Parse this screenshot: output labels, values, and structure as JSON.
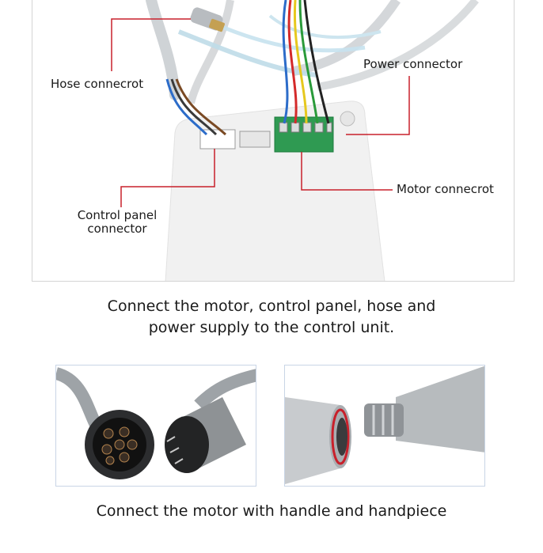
{
  "callouts": {
    "hose": "Hose connecrot",
    "power": "Power connector",
    "motor": "Motor connecrot",
    "control_line1": "Control panel",
    "control_line2": "connector"
  },
  "captions": {
    "connect_unit": "Connect the motor, control panel, hose and power supply to the control unit.",
    "connect_handpiece": "Connect the motor with handle and handpiece"
  },
  "colors": {
    "callout_line": "#c8202b",
    "terminal_green": "#2f9a52",
    "frame_border": "#d4d4d4",
    "photo_border": "#c9d5e6"
  }
}
